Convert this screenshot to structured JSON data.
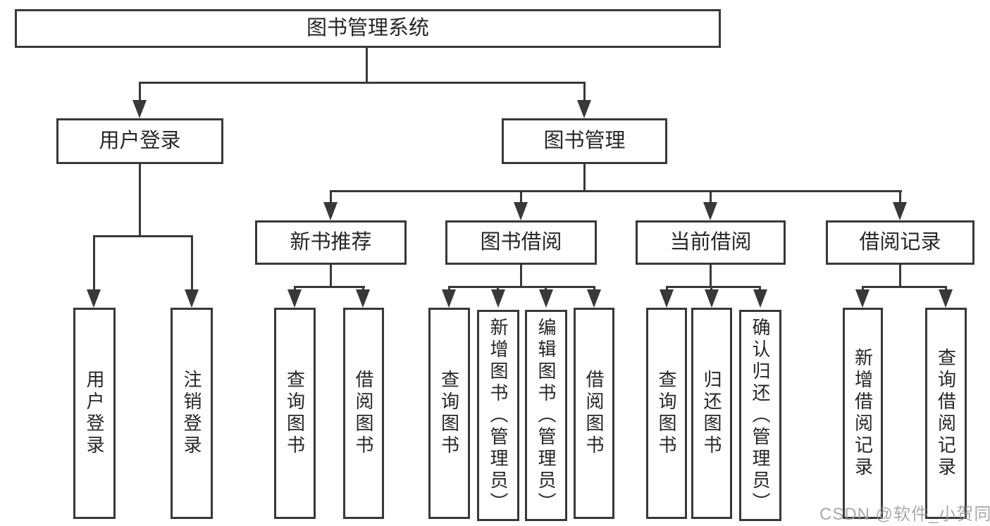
{
  "colors": {
    "line": "#383838",
    "text": "#262626",
    "watermark": "#9e9e9e"
  },
  "tree": {
    "label": "图书管理系统",
    "children": [
      {
        "label": "用户登录",
        "children": [
          {
            "label": "用户登录"
          },
          {
            "label": "注销登录"
          }
        ]
      },
      {
        "label": "图书管理",
        "children": [
          {
            "label": "新书推荐",
            "children": [
              {
                "label": "查询图书"
              },
              {
                "label": "借阅图书"
              }
            ]
          },
          {
            "label": "图书借阅",
            "children": [
              {
                "label": "查询图书"
              },
              {
                "label": "新增图书（管理员）"
              },
              {
                "label": "编辑图书（管理员）"
              },
              {
                "label": "借阅图书"
              }
            ]
          },
          {
            "label": "当前借阅",
            "children": [
              {
                "label": "查询图书"
              },
              {
                "label": "归还图书"
              },
              {
                "label": "确认归还（管理员）"
              }
            ]
          },
          {
            "label": "借阅记录",
            "children": [
              {
                "label": "新增借阅记录"
              },
              {
                "label": "查询借阅记录"
              }
            ]
          }
        ]
      }
    ]
  },
  "watermark": {
    "text": "CSDN @软件_小贺同学"
  }
}
